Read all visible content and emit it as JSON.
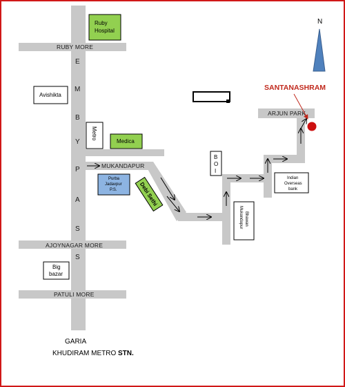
{
  "map": {
    "colors": {
      "road": "#c8c8c8",
      "green_box": "#92d050",
      "blue_box": "#8db4e2",
      "destination_label": "#c0281c",
      "destination_marker": "#cc1010",
      "north_arrow": "#4f81bd",
      "frame": "#d01818"
    },
    "roads": {
      "ruby_more": "RUBY MORE",
      "arjun_park": "ARJUN PARK",
      "mukandapur": "MUKANDAPUR",
      "ajoynagar_more": "AJOYNAGAR MORE",
      "patuli_more": "PATULI MORE"
    },
    "bypass_letters": [
      "E",
      "M",
      "B",
      "Y",
      "P",
      "A",
      "S",
      "S"
    ],
    "landmarks": {
      "ruby_hospital": [
        "Ruby",
        "Hospital"
      ],
      "avishikta": "Avishikta",
      "metro": "Metro",
      "medica": "Medica",
      "purba_jadavpur_ps": [
        "Purba",
        "Jadavpur",
        "P.S."
      ],
      "debi_sethi": "Debi Sethi",
      "boi": [
        "B",
        "O",
        "I"
      ],
      "mukandapur_bhawan": [
        "Mukandapur",
        "Bhawan"
      ],
      "indian_overseas_bank": [
        "Indian",
        "Overseas",
        "bank"
      ],
      "big_bazar": [
        "Big",
        "bazar"
      ]
    },
    "destination": "SANTANASHRAM",
    "north_label": "N",
    "station": {
      "line1": "GARIA",
      "line2_prefix": "KHUDIRAM METRO ",
      "line2_bold": "STN."
    }
  }
}
